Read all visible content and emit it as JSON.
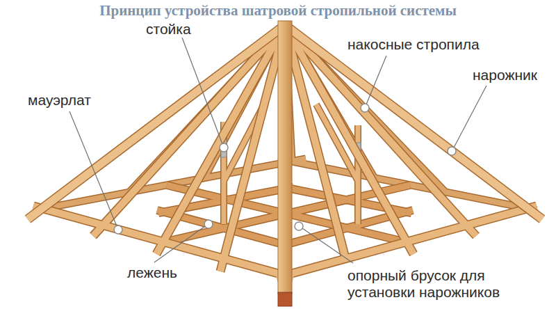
{
  "diagram": {
    "title": "Принцип устройства шатровой стропильной системы",
    "labels": [
      "стойка",
      "накосные стропила",
      "нарожник",
      "мауэрлат",
      "лежень",
      "опорный брусок для установки нарожников"
    ]
  }
}
